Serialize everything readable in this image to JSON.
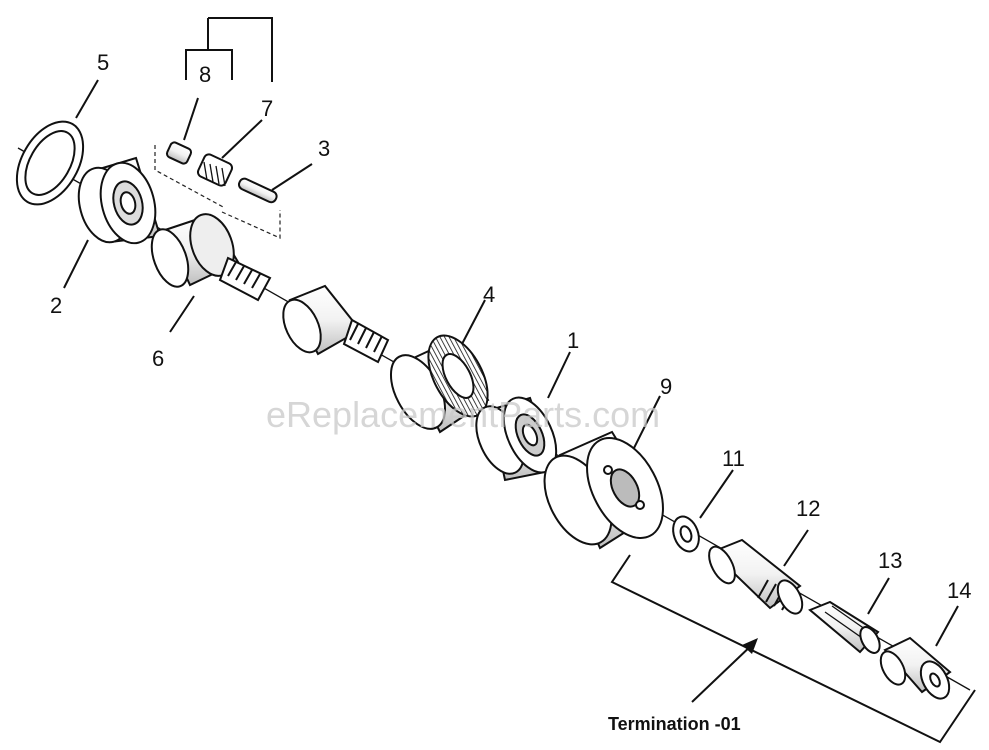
{
  "watermark": "eReplacementParts.com",
  "termination_label": "Termination -01",
  "callouts": {
    "p1": "1",
    "p2": "2",
    "p3": "3",
    "p4": "4",
    "p5": "5",
    "p6": "6",
    "p7": "7",
    "p8": "8",
    "p9": "9",
    "p11": "11",
    "p12": "12",
    "p13": "13",
    "p14": "14"
  },
  "colors": {
    "line": "#111111",
    "fill": "#ffffff",
    "shade": "#d0d0d0",
    "watermark": "#c9c9c9"
  }
}
